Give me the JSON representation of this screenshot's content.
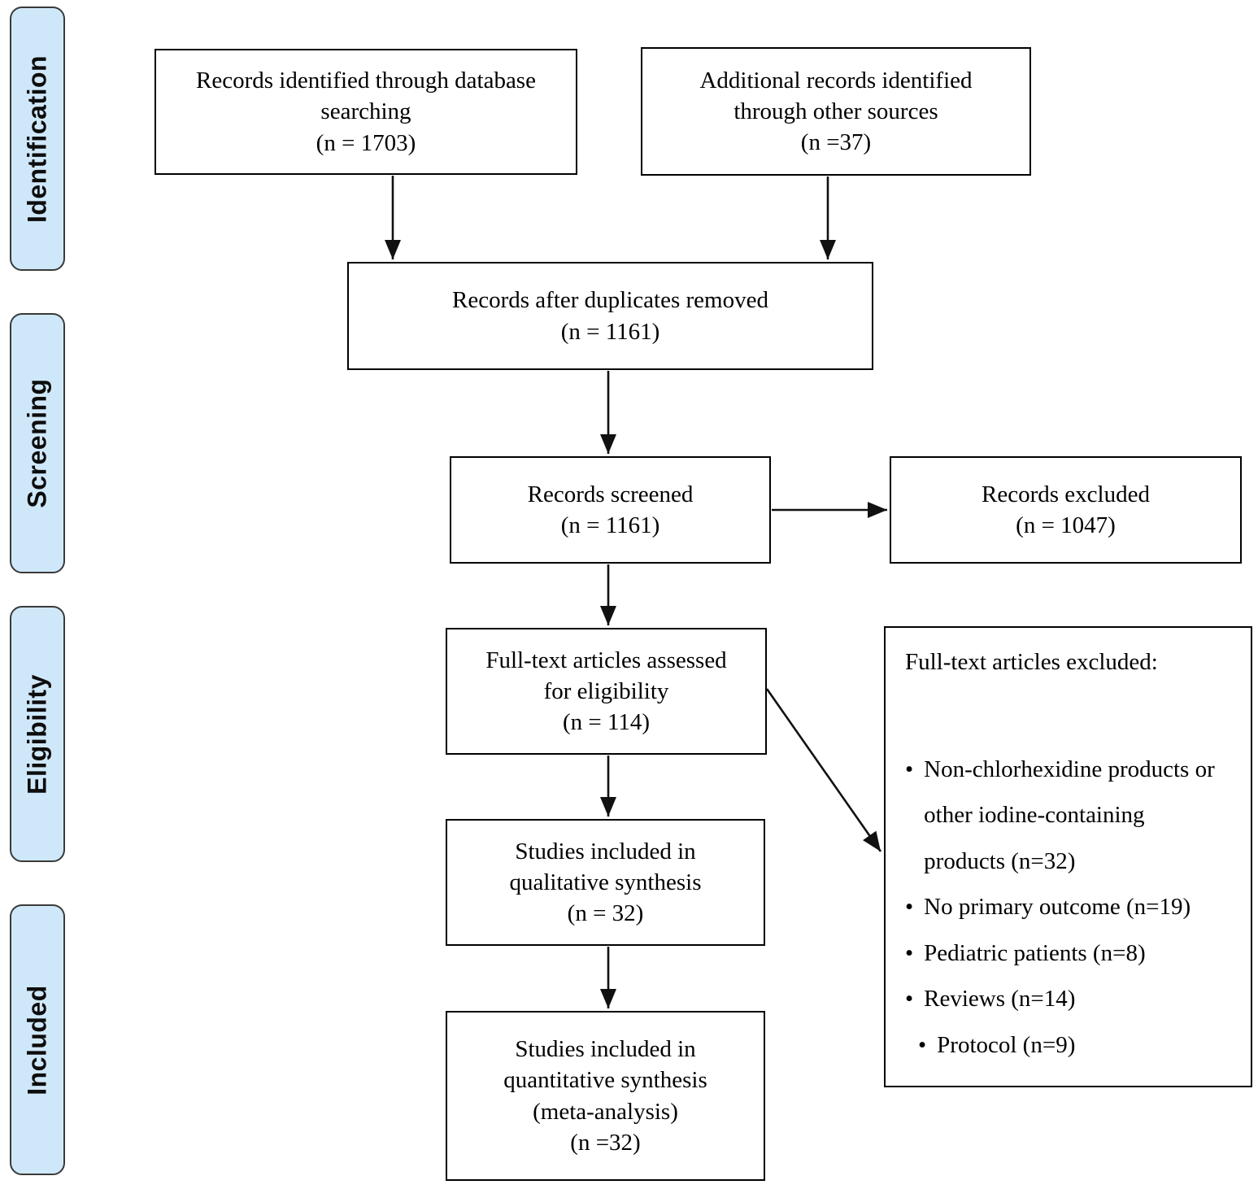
{
  "sidebar": {
    "stages": [
      {
        "label": "Identification"
      },
      {
        "label": "Screening"
      },
      {
        "label": "Eligibility"
      },
      {
        "label": "Included"
      }
    ]
  },
  "boxes": {
    "records_db": "Records identified through database\nsearching\n(n = 1703)",
    "records_other": "Additional records identified\nthrough other sources\n(n =37)",
    "duplicates": "Records after duplicates removed\n(n = 1161)",
    "screened": "Records screened\n(n = 1161)",
    "excluded": "Records excluded\n(n = 1047)",
    "fulltext": "Full-text articles assessed\nfor eligibility\n(n = 114)",
    "qualitative": "Studies included in\nqualitative synthesis\n(n = 32)",
    "quantitative": "Studies included in\nquantitative synthesis\n(meta-analysis)\n(n =32)"
  },
  "exclusion_box": {
    "title": "Full-text articles excluded:",
    "bullet_char": "•",
    "items": [
      "Non-chlorhexidine products or\nother iodine-containing\nproducts (n=32)",
      "No primary outcome (n=19)",
      "Pediatric patients (n=8)",
      "Reviews (n=14)",
      "Protocol (n=9)"
    ]
  },
  "colors": {
    "stage_fill": "#cfe8f9",
    "stage_border": "#3a3a3a",
    "box_border": "#000000",
    "arrow": "#111111"
  }
}
